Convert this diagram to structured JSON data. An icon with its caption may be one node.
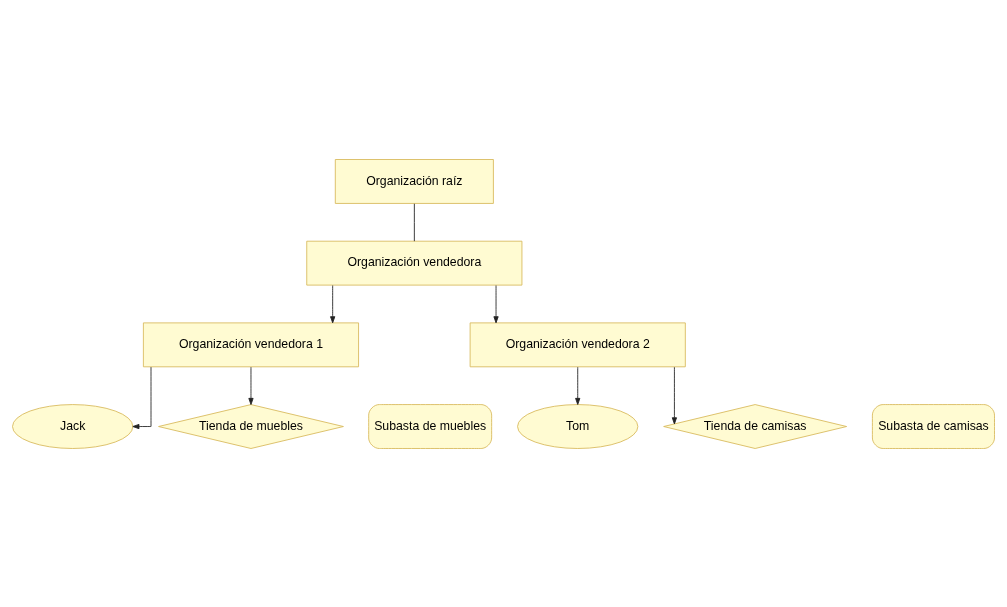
{
  "diagram": {
    "nodes": [
      {
        "text": [
          "Organización raíz"
        ]
      },
      {
        "text": [
          "Organización vendedora"
        ]
      },
      {
        "text": [
          "Organización vendedora 1"
        ]
      },
      {
        "text": [
          "Organización vendedora 2"
        ]
      },
      {
        "text": [
          "Jack"
        ]
      },
      {
        "text": [
          "Tienda de muebles"
        ]
      },
      {
        "text": [
          "Subasta de muebles"
        ]
      },
      {
        "text": [
          "Tom"
        ]
      },
      {
        "text": [
          "Tienda de camisas"
        ]
      },
      {
        "text": [
          "Subasta de camisas"
        ]
      }
    ],
    "edges": [
      {
        "from": 0,
        "to": 1,
        "arrow": "none"
      },
      {
        "from": 1,
        "to": 2,
        "arrow": "to"
      },
      {
        "from": 1,
        "to": 3,
        "arrow": "to"
      },
      {
        "from": 2,
        "to": 4,
        "arrow": "to"
      },
      {
        "from": 2,
        "to": 5,
        "arrow": "to"
      },
      {
        "from": 3,
        "to": 7,
        "arrow": "to"
      },
      {
        "from": 3,
        "to": 8,
        "arrow": "to"
      }
    ]
  }
}
